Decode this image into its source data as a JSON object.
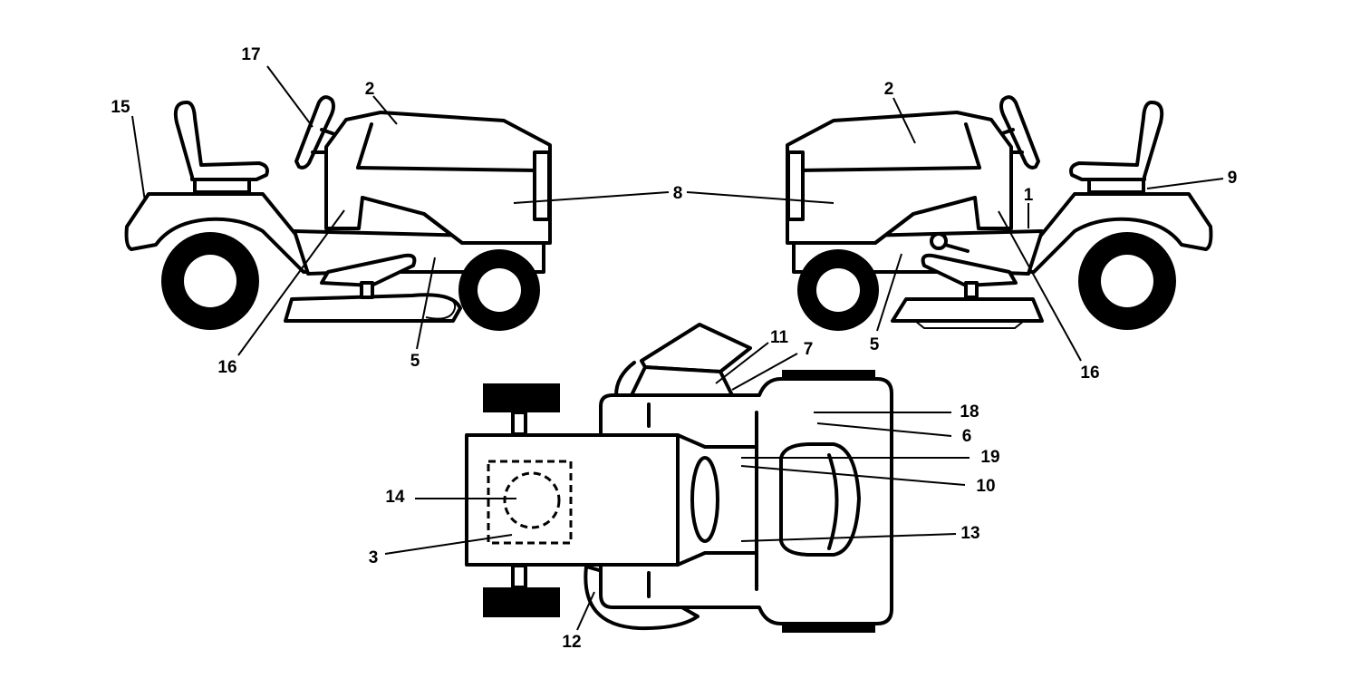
{
  "diagram": {
    "colors": {
      "line": "#000000",
      "background": "#ffffff"
    },
    "views": [
      "left-side-view",
      "right-side-view",
      "top-view"
    ],
    "callouts": [
      {
        "id": "c15",
        "label": "15"
      },
      {
        "id": "c17",
        "label": "17"
      },
      {
        "id": "c2l",
        "label": "2"
      },
      {
        "id": "c16l",
        "label": "16"
      },
      {
        "id": "c5l",
        "label": "5"
      },
      {
        "id": "c8",
        "label": "8"
      },
      {
        "id": "c2r",
        "label": "2"
      },
      {
        "id": "c1",
        "label": "1"
      },
      {
        "id": "c9",
        "label": "9"
      },
      {
        "id": "c5r",
        "label": "5"
      },
      {
        "id": "c16r",
        "label": "16"
      },
      {
        "id": "c11",
        "label": "11"
      },
      {
        "id": "c7",
        "label": "7"
      },
      {
        "id": "c18",
        "label": "18"
      },
      {
        "id": "c6",
        "label": "6"
      },
      {
        "id": "c19",
        "label": "19"
      },
      {
        "id": "c10",
        "label": "10"
      },
      {
        "id": "c13",
        "label": "13"
      },
      {
        "id": "c14",
        "label": "14"
      },
      {
        "id": "c3",
        "label": "3"
      },
      {
        "id": "c12",
        "label": "12"
      }
    ]
  }
}
